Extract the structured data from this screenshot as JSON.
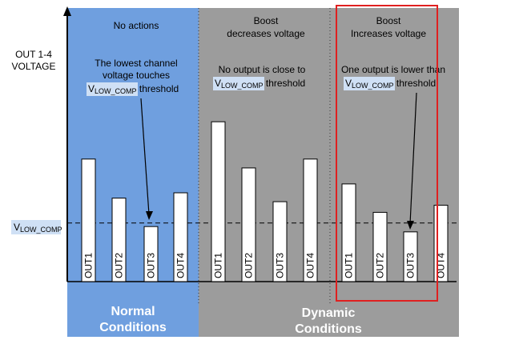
{
  "y_axis_label": {
    "line1": "OUT 1-4",
    "line2": "VOLTAGE"
  },
  "threshold": {
    "main": "V",
    "sub": "LOW_COMP"
  },
  "regions": [
    {
      "header_line1": "No actions",
      "header_line2": "",
      "note_line1": "The lowest channel",
      "note_line2": "voltage touches",
      "note_symbol": "V",
      "note_symbol_sub": "LOW_COMP",
      "note_tail": " threshold"
    },
    {
      "header_line1": "Boost",
      "header_line2": "decreases voltage",
      "note_line1": "No output is close to",
      "note_line2": "",
      "note_symbol": "V",
      "note_symbol_sub": "LOW_COMP",
      "note_tail": " threshold"
    },
    {
      "header_line1": "Boost",
      "header_line2": "Increases voltage",
      "note_line1": "One output is lower than",
      "note_line2": "",
      "note_symbol": "V",
      "note_symbol_sub": "LOW_COMP",
      "note_tail": " threshold"
    }
  ],
  "footers": [
    {
      "line1": "Normal",
      "line2": "Conditions"
    },
    {
      "line1": "Dynamic",
      "line2": "Conditions"
    }
  ],
  "groups": [
    {
      "levels": [
        {
          "label": "OUT1",
          "level": 0.69
        },
        {
          "label": "OUT2",
          "level": 0.47
        },
        {
          "label": "OUT3",
          "level": 0.31
        },
        {
          "label": "OUT4",
          "level": 0.5
        }
      ]
    },
    {
      "levels": [
        {
          "label": "OUT1",
          "level": 0.9
        },
        {
          "label": "OUT2",
          "level": 0.64
        },
        {
          "label": "OUT3",
          "level": 0.45
        },
        {
          "label": "OUT4",
          "level": 0.69
        }
      ]
    },
    {
      "levels": [
        {
          "label": "OUT1",
          "level": 0.55
        },
        {
          "label": "OUT2",
          "level": 0.39
        },
        {
          "label": "OUT3",
          "level": 0.28
        },
        {
          "label": "OUT4",
          "level": 0.43
        }
      ]
    }
  ],
  "threshold_level": 0.33,
  "colors": {
    "normal_bg": "#6f9fdf",
    "dynamic_bg": "#9c9c9c",
    "highlight": "#e02020",
    "symbol_bg": "#cfe0f5"
  }
}
